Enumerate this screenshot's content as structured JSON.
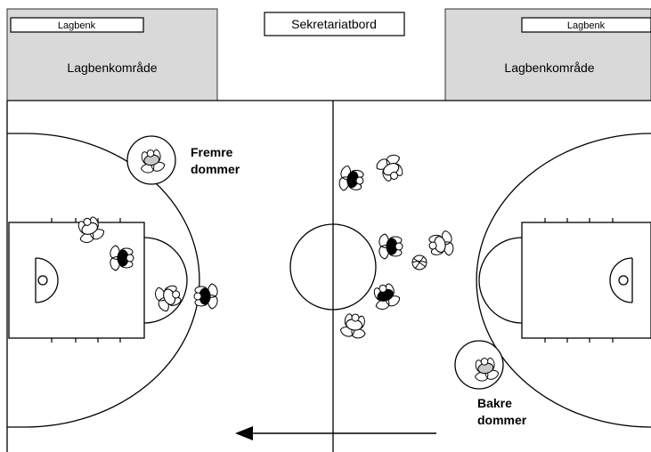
{
  "labels": {
    "bench_left": "Lagbenk",
    "bench_right": "Lagbenk",
    "scorer_table": "Sekretariatbord",
    "bench_area_left": "Lagbenkområde",
    "bench_area_right": "Lagbenkområde",
    "lead_ref_line1": "Fremre",
    "lead_ref_line2": "dommer",
    "trail_ref_line1": "Bakre",
    "trail_ref_line2": "dommer"
  },
  "colors": {
    "bench_area_fill": "#d9d9d9",
    "line": "#000000",
    "official_fill": "#d0d0d0"
  },
  "icons": {
    "official": "referee-figure",
    "player_dark": "player-dark-figure",
    "player_light": "player-light-figure",
    "ball": "basketball-icon",
    "arrow": "play-direction-arrow"
  }
}
